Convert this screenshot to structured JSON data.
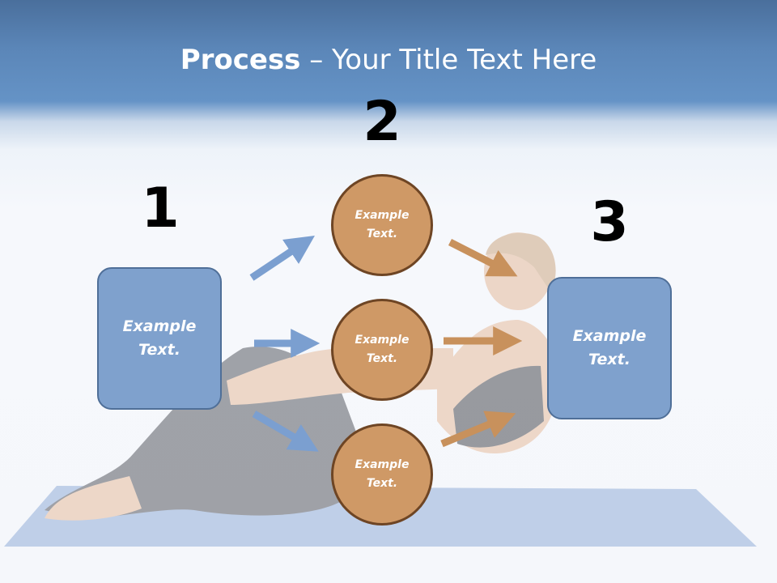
{
  "title": {
    "bold": "Process",
    "rest": " – Your Title Text Here"
  },
  "steps": {
    "one": "1",
    "two": "2",
    "three": "3"
  },
  "left_box": {
    "text": "Example\nText."
  },
  "right_box": {
    "text": "Example\nText."
  },
  "circles": [
    {
      "text": "Example\nText."
    },
    {
      "text": "Example\nText."
    },
    {
      "text": "Example\nText."
    }
  ],
  "colors": {
    "header_blue": "#5b86b8",
    "box_fill": "#7fa1cd",
    "box_border": "#4f6f98",
    "circle_fill": "#cf9966",
    "circle_border": "#6e4524",
    "arrow_blue": "#7b9fd0",
    "arrow_orange": "#c8915c"
  }
}
